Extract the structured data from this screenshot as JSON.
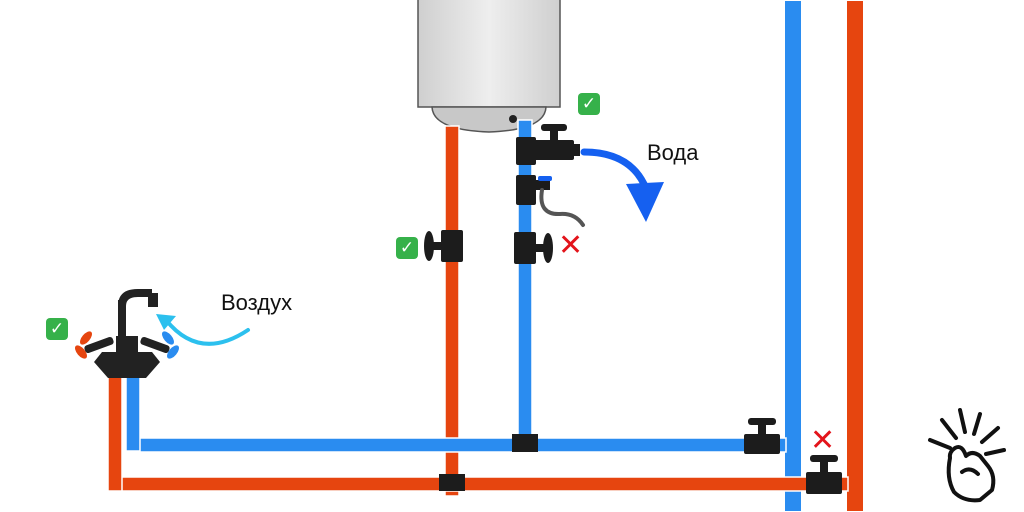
{
  "labels": {
    "water": "Вода",
    "air": "Воздух"
  },
  "marks": {
    "ok": "✓",
    "no": "✕"
  },
  "colors": {
    "hot_pipe": "#e6450f",
    "cold_pipe": "#2a8cf0",
    "fitting": "#1c1c1c",
    "heater_body": "#dcdcdc",
    "water_arrow": "#1560f0",
    "air_arrow": "#2cc0ee",
    "ok_badge": "#36b14a",
    "no_mark": "#e3141b"
  },
  "icons": [
    "water-heater-tank",
    "valve-icon",
    "drain-valve-icon",
    "mixer-faucet-icon",
    "thumbs-up-hand-icon",
    "check-badge-icon",
    "cross-mark-icon"
  ]
}
